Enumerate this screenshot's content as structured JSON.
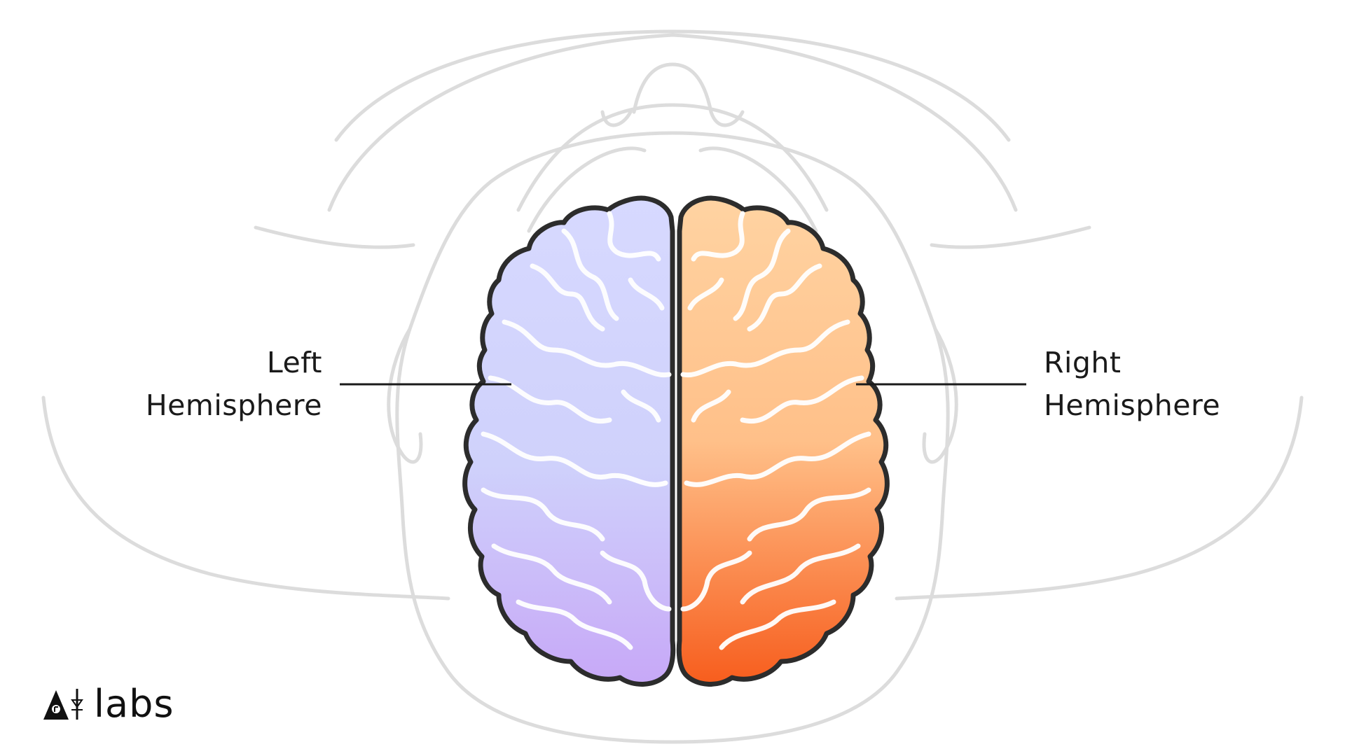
{
  "labels": {
    "left_line1": "Left",
    "left_line2": "Hemisphere",
    "right_line1": "Right",
    "right_line2": "Hemisphere"
  },
  "logo": {
    "text": "labs",
    "icon": "ai-labs-logo-icon"
  },
  "colors": {
    "left_hemisphere_light": "#dcdcff",
    "left_hemisphere_dark": "#c6a4f6",
    "right_hemisphere_light": "#ffd6a6",
    "right_hemisphere_dark": "#f6581a",
    "outline": "#2c2c2c",
    "head_outline": "#dcdcdc",
    "text": "#1a1a1a"
  }
}
